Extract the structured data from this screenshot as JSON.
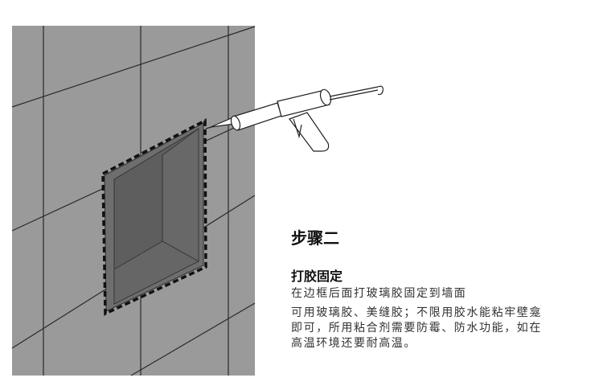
{
  "step": {
    "title": "步骤二",
    "subtitle": "打胶固定",
    "description": "在边框后面打玻璃胶固定到墙面",
    "notes": [
      "可用玻璃胶、美缝胶；不限用胶水能粘牢壁龛",
      "即可，所用粘合剂需要防霉、防水功能，如在",
      "高温环境还要耐高温。"
    ]
  },
  "colors": {
    "wall": "#9a9a9a",
    "niche": "#5e5e5e",
    "frame": "#6e6e6e",
    "line": "#222222"
  }
}
